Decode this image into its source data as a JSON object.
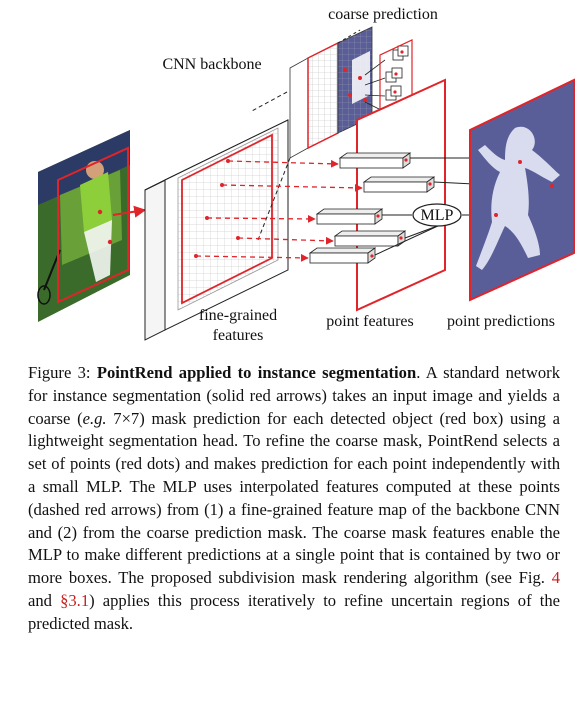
{
  "figure": {
    "labels": {
      "coarse_prediction": "coarse prediction",
      "cnn_backbone": "CNN backbone",
      "fine_grained_1": "fine-grained",
      "fine_grained_2": "features",
      "point_features": "point features",
      "point_predictions": "point predictions",
      "mlp": "MLP"
    },
    "colors": {
      "red": "#e0242a",
      "mask_blue": "#5a5e98",
      "grid": "#cfcfcf"
    }
  },
  "caption": {
    "fig_label": "Figure 3: ",
    "title": "PointRend applied to instance segmentation",
    "t1": ". A standard network for instance segmentation (solid red arrows) takes an input image and yields a coarse (",
    "eg": "e.g.",
    "t2": " 7×7) mask prediction for each detected object (red box) using a lightweight segmentation head. To refine the coarse mask, PointRend selects a set of points (red dots) and makes prediction for each point independently with a small MLP. The MLP uses interpolated features computed at these points (dashed red arrows) from (1) a fine-grained feature map of the backbone CNN and (2) from the coarse prediction mask. The coarse mask features enable the MLP to make different predictions at a single point that is contained by two or more boxes. The proposed subdivision mask rendering algorithm (see Fig. ",
    "ref_fig": "4",
    "t3": " and ",
    "ref_sec": "§3.1",
    "t4": ") applies this process iteratively to refine uncertain regions of the predicted mask."
  }
}
